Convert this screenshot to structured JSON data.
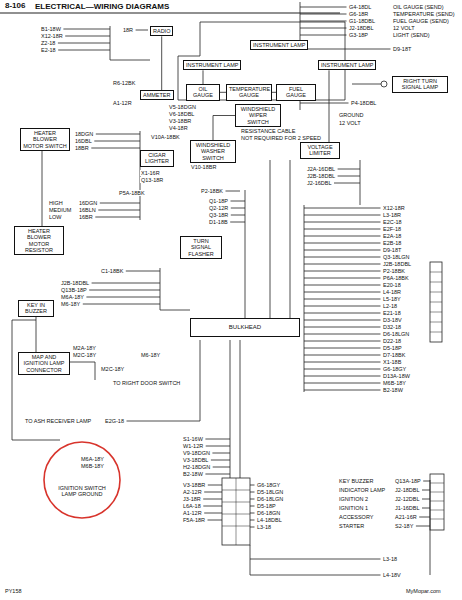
{
  "diagram": {
    "title": "ELECTRICAL—WIRING DIAGRAMS",
    "nodes": [
      {
        "text": [
          "RADIO"
        ]
      },
      {
        "text": [
          "AMMETER"
        ]
      },
      {
        "text": [
          "HEATER BLOWER MOTOR SWITCH"
        ]
      },
      {
        "text": [
          "CIGAR LIGHTER"
        ]
      },
      {
        "text": [
          "INSTRUMENT LAMP"
        ]
      },
      {
        "text": [
          "OIL GAUGE"
        ]
      },
      {
        "text": [
          "TEMPERATURE GAUGE"
        ]
      },
      {
        "text": [
          "FUEL GAUGE"
        ]
      },
      {
        "text": [
          "INSTRUMENT LAMP"
        ]
      },
      {
        "text": [
          "INSTRUMENT LAMP"
        ]
      },
      {
        "text": [
          "VOLTAGE LIMITER"
        ]
      },
      {
        "text": [
          "WINDSHIELD WIPER SWITCH"
        ]
      },
      {
        "text": [
          "WINDSHIELD WASHER SWITCH"
        ]
      },
      {
        "text": [
          "RIGHT TURN SIGNAL LAMP"
        ]
      },
      {
        "text": [
          "HEATER BLOWER MOTOR RESISTOR"
        ]
      },
      {
        "text": [
          "KEY IN BUZZER"
        ]
      },
      {
        "text": [
          "TURN SIGNAL FLASHER"
        ]
      },
      {
        "text": [
          "MAP AND IGNITION LAMP CONNECTOR"
        ]
      },
      {
        "text": [
          "BULKHEAD"
        ]
      },
      {
        "text": [
          "IGNITION SWITCH LAMP GROUND"
        ]
      }
    ],
    "edges": [
      {
        "from": 1,
        "to": 0,
        "arrow": "none"
      },
      {
        "from": 2,
        "to": 14,
        "arrow": "none"
      },
      {
        "from": 4,
        "to": 5,
        "arrow": "none"
      },
      {
        "from": 5,
        "to": 6,
        "arrow": "none"
      },
      {
        "from": 6,
        "to": 7,
        "arrow": "none"
      },
      {
        "from": 9,
        "to": 10,
        "arrow": "none"
      },
      {
        "from": 11,
        "to": 12,
        "arrow": "none"
      },
      {
        "from": 15,
        "to": 17,
        "arrow": "none"
      }
    ],
    "labels": [
      "8-106",
      "B1-18W",
      "X12-18R",
      "Z2-18",
      "E2-18",
      "18R",
      "A1-12R",
      "R6-12BK",
      "18DGN",
      "16DBL",
      "18BR",
      "HIGH",
      "MEDIUM",
      "LOW",
      "16DGN",
      "16BLN",
      "16BR",
      "X1-16R",
      "Q13-18R",
      "P5A-18BK",
      "P2-18BK",
      "Q1-18P",
      "Q2-12R",
      "Q3-18R",
      "D1-18B",
      "C1-18BK",
      "J2B-18DBL",
      "Q13B-18P",
      "M6A-18Y",
      "M6-18Y",
      "M2A-18Y",
      "M2C-18Y",
      "M2C-18Y",
      "M6-18Y",
      "TO RIGHT DOOR SWITCH",
      "TO ASH RECEIVER LAMP",
      "E2G-18",
      "M6A-18Y",
      "M6B-18Y",
      "V5-18DGN",
      "V6-18DBL",
      "V3-18BR",
      "V4-18R",
      "V10A-18BK",
      "RESISTANCE CABLE",
      "NOT REQUIRED FOR 2 SPEED",
      "V10-18BR",
      "J2A-16DBL",
      "J2B-18DBL",
      "J2-16DBL",
      "X12-18R",
      "L3-18R",
      "E2C-18",
      "E2F-18",
      "E2A-18",
      "E2B-18",
      "D9-18T",
      "Q3-18LGN",
      "J2B-18DBL",
      "P2-18BK",
      "P6A-18BK",
      "E20-18",
      "L4-18R",
      "L5-18Y",
      "L2-18",
      "E21-18",
      "D3-18V",
      "D32-18",
      "D6-18LGN",
      "D22-18",
      "D5-18P",
      "D7-18BK",
      "X1-18B",
      "G6-18GY",
      "D13A-18W",
      "M6B-18Y",
      "B2-18W",
      "G4-18DL",
      "G6-18R",
      "G1-18DBL",
      "J2-18DBL",
      "G3-18P",
      "OIL GAUGE (SEND)",
      "TEMPERATURE (SEND)",
      "FUEL GAUGE (SEND)",
      "12 VOLT",
      "LIGHT (SEND)",
      "D9-18T",
      "P4-18DBL",
      "GROUND",
      "12 VOLT",
      "S1-16W",
      "W1-12R",
      "V9-18DGN",
      "V3-18DBL",
      "H2-18DGN",
      "B2-18W",
      "V3-18BR",
      "A2-12R",
      "J3-18R",
      "L6A-18",
      "A1-12R",
      "F5A-18R",
      "G6-18GY",
      "D5-18LGN",
      "D6-18LGN",
      "D5-18P",
      "D6-18GN",
      "L4-18DBL",
      "L3-18",
      "L3-18",
      "L4-18V",
      "KEY BUZZER",
      "INDICATOR LAMP",
      "IGNITION 2",
      "IGNITION 1",
      "ACCESSORY",
      "STARTER",
      "Q13A-18P",
      "J2-18DBL",
      "J2-12DBL",
      "J1-16DBL",
      "A21-16R",
      "S2-18Y",
      "PY158",
      "MyMopar.com"
    ]
  }
}
